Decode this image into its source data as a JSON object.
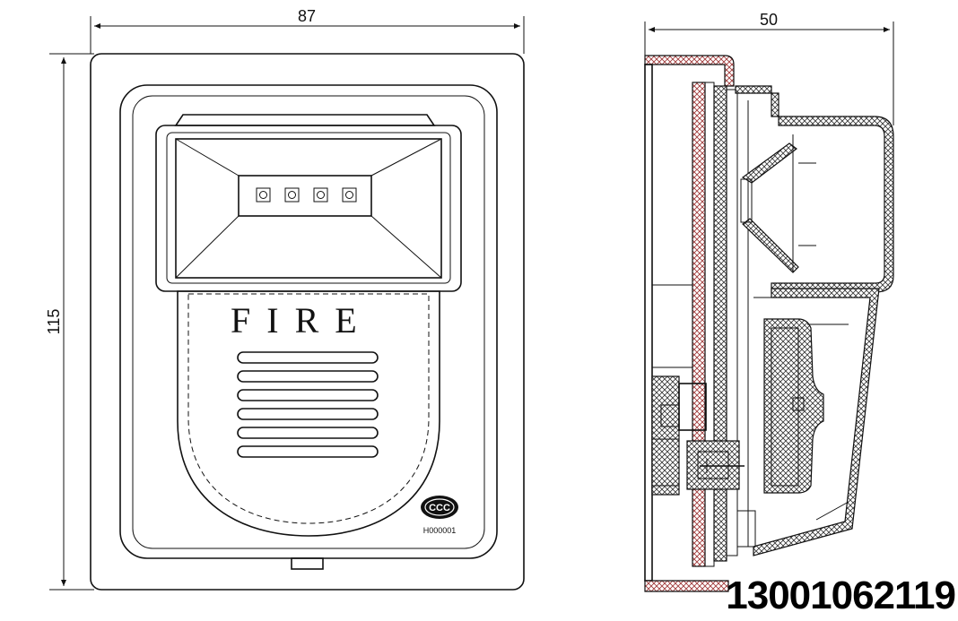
{
  "dimensions": {
    "front_width": "87",
    "front_height": "115",
    "side_depth": "50"
  },
  "device": {
    "label": "FIRE",
    "certification_mark": "CCC",
    "serial": "H000001"
  },
  "watermark": {
    "phone": "13001062119"
  },
  "colors": {
    "line": "#111111",
    "hatch_accent": "#b04040",
    "background": "#ffffff"
  }
}
